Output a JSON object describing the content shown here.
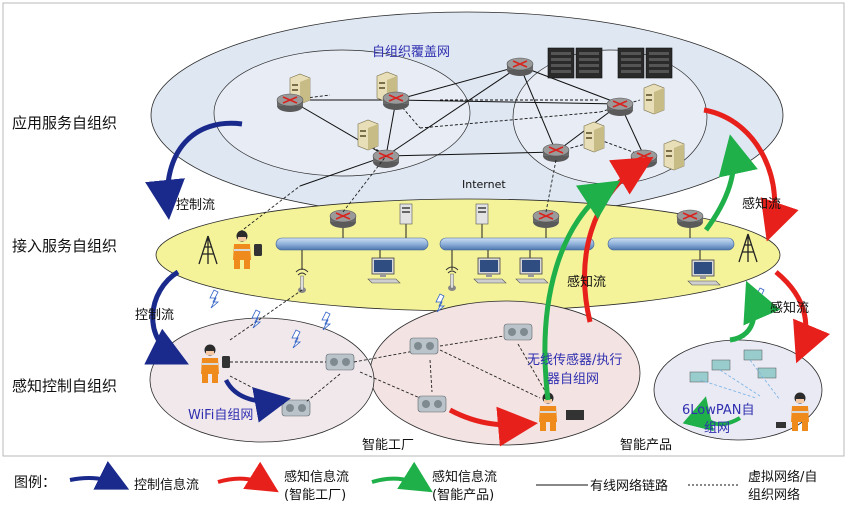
{
  "layers": {
    "application": "应用服务自组织",
    "access": "接入服务自组织",
    "sensing": "感知控制自组织"
  },
  "labels": {
    "overlay": "自组织覆盖网",
    "internet": "Internet",
    "control_flow_upper": "控制流",
    "control_flow_lower": "控制流",
    "sensing_flow_center": "感知流",
    "sensing_flow_right_upper": "感知流",
    "sensing_flow_right_lower": "感知流",
    "wifi": "WiFi自组网",
    "wsn_line1": "无线传感器/执行",
    "wsn_line2": "器自组网",
    "lowpan_line1": "6LowPAN自",
    "lowpan_line2": "组网",
    "smart_factory": "智能工厂",
    "smart_product": "智能产品"
  },
  "legend": {
    "title": "图例：",
    "control_info": "控制信息流",
    "sensing_factory_line1": "感知信息流",
    "sensing_factory_line2": "(智能工厂)",
    "sensing_product_line1": "感知信息流",
    "sensing_product_line2": "(智能产品)",
    "wired": "有线网络链路",
    "virtual_line1": "虚拟网络/自",
    "virtual_line2": "组织网络"
  },
  "colors": {
    "control_arrow": "#1a2a8c",
    "factory_arrow": "#e8201c",
    "product_arrow": "#1fb04a",
    "top_ellipse": "#dfe7f2",
    "access_ellipse": "#f4f39a",
    "factory_ellipse": "#f3e3e2",
    "wifi_ellipse": "#f1e8ec",
    "lowpan_ellipse": "#eaeaf4",
    "label_blue": "#2f2fb0"
  }
}
